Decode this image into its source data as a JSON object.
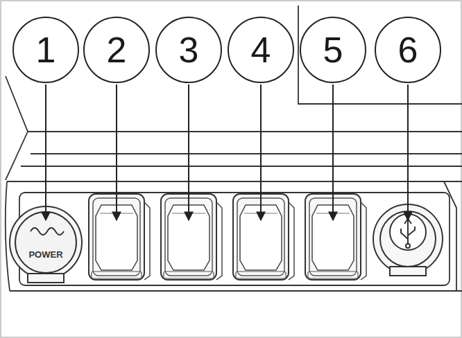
{
  "diagram": {
    "nodes": [
      {
        "text": [
          "1"
        ]
      },
      {
        "text": [
          "2"
        ]
      },
      {
        "text": [
          "3"
        ]
      },
      {
        "text": [
          "4"
        ]
      },
      {
        "text": [
          "5"
        ]
      },
      {
        "text": [
          "6"
        ]
      }
    ],
    "labels": [
      "POWER"
    ]
  }
}
